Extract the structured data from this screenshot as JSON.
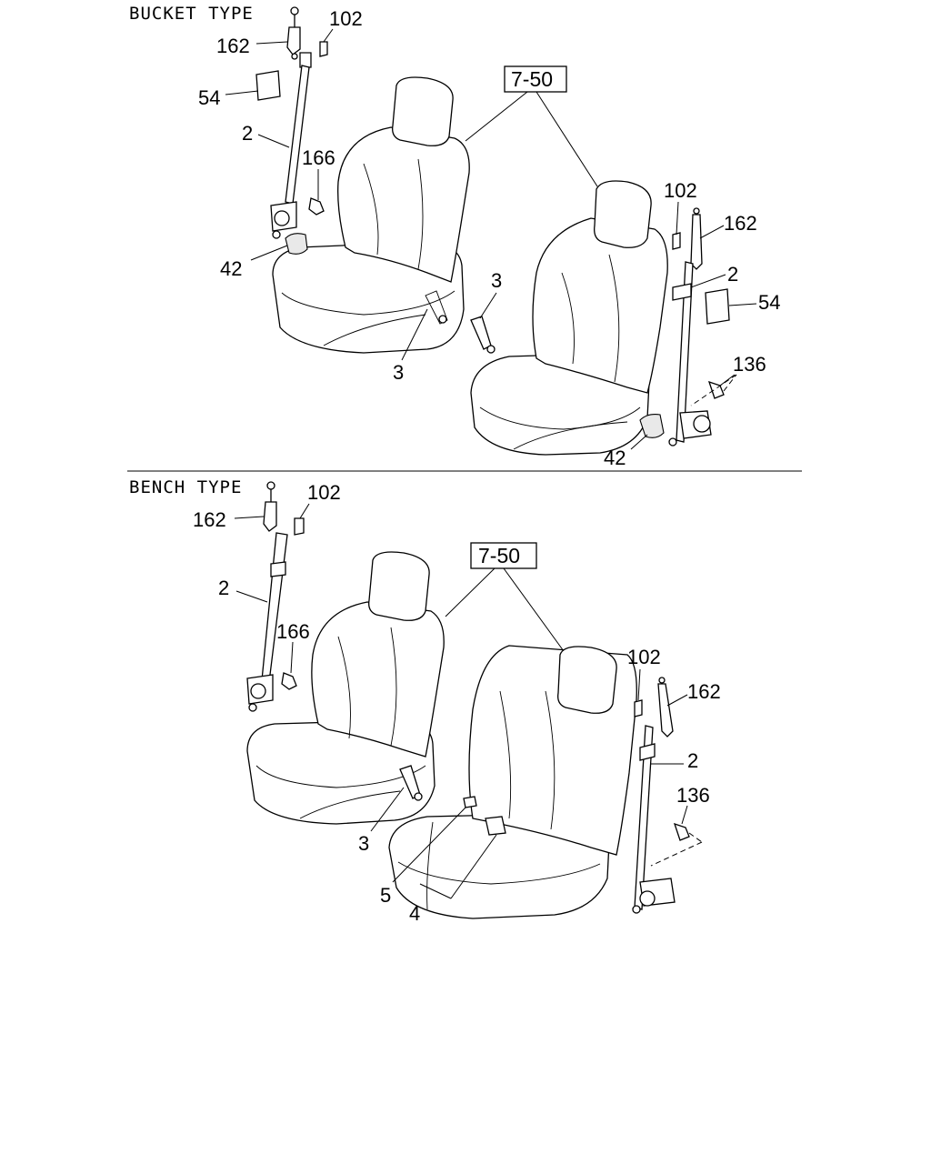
{
  "sections": [
    {
      "title": "BUCKET TYPE"
    },
    {
      "title": "BENCH TYPE"
    }
  ],
  "callouts": {
    "bucket": {
      "n102a": "102",
      "n162a": "162",
      "n54a": "54",
      "n2a": "2",
      "n166": "166",
      "n42a": "42",
      "n3a": "3",
      "n102b": "102",
      "n162b": "162",
      "n2b": "2",
      "n54b": "54",
      "n136": "136",
      "n3b": "3",
      "n42b": "42",
      "ref": "7-50"
    },
    "bench": {
      "n102a": "102",
      "n162a": "162",
      "n2a": "2",
      "n166": "166",
      "n3": "3",
      "n5": "5",
      "n4": "4",
      "n102b": "102",
      "n162b": "162",
      "n2b": "2",
      "n136": "136",
      "ref": "7-50"
    }
  }
}
